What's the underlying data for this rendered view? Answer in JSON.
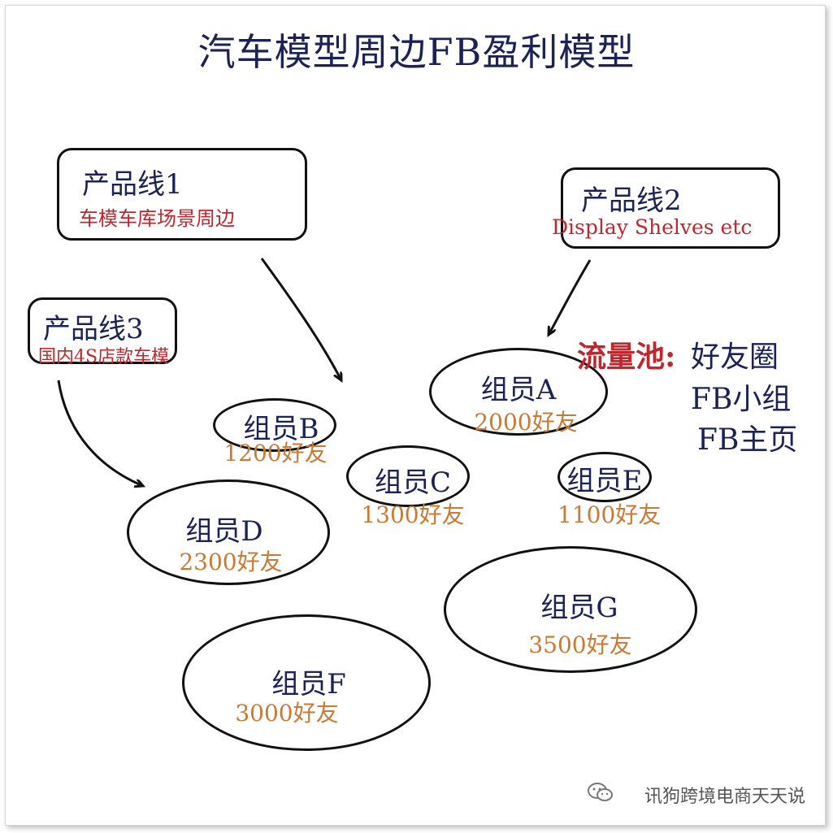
{
  "title": "汽车模型周边FB盈利模型",
  "product_lines": [
    {
      "title": "产品线1",
      "desc": "车模车库场景周边"
    },
    {
      "title": "产品线2",
      "desc": "Display Shelves etc"
    },
    {
      "title": "产品线3",
      "desc": "国内4S店款车模"
    }
  ],
  "members": [
    {
      "name": "组员A",
      "friends": "2000好友"
    },
    {
      "name": "组员B",
      "friends": "1200好友"
    },
    {
      "name": "组员C",
      "friends": "1300好友"
    },
    {
      "name": "组员D",
      "friends": "2300好友"
    },
    {
      "name": "组员E",
      "friends": "1100好友"
    },
    {
      "name": "组员F",
      "friends": "3000好友"
    },
    {
      "name": "组员G",
      "friends": "3500好友"
    }
  ],
  "traffic_pool": {
    "label": "流量池:",
    "items": [
      "好友圈",
      "FB小组",
      "FB主页"
    ]
  },
  "watermark": "讯狗跨境电商天天说",
  "icons": {
    "watermark_icon": "wechat-icon"
  },
  "colors": {
    "title": "#1a2354",
    "highlight": "#c0262d",
    "count": "#c97a35"
  }
}
